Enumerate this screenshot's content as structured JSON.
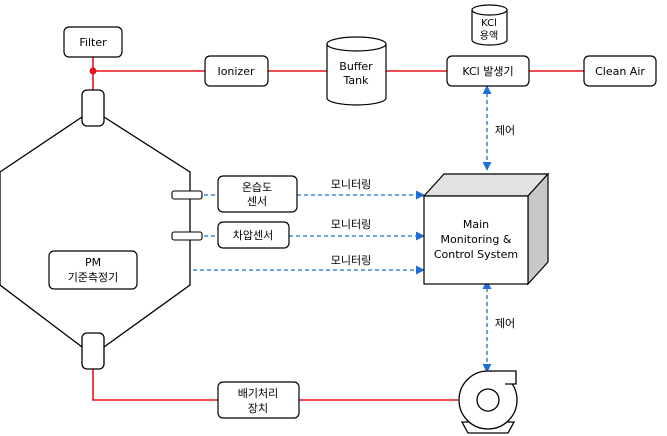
{
  "nodes": {
    "filter": "Filter",
    "ionizer": "Ionizer",
    "buffer_tank": [
      "Buffer",
      "Tank"
    ],
    "kcl_solution": [
      "KCl",
      "용액"
    ],
    "kcl_generator": "KCl 발생기",
    "clean_air": "Clean Air",
    "temp_humidity_sensor": [
      "온습도",
      "센서"
    ],
    "diff_pressure_sensor": "차압센서",
    "pm_reference": [
      "PM",
      "기준측정기"
    ],
    "main_system": [
      "Main",
      "Monitoring &",
      "Control System"
    ],
    "exhaust_unit": [
      "배기처리",
      "장치"
    ]
  },
  "edges": {
    "monitoring": "모니터링",
    "control": "제어"
  },
  "colors": {
    "pipe": "#e8131b",
    "signal": "#1f6fd6",
    "box_stroke": "#000000",
    "cube_side": "#d0d0d0"
  }
}
